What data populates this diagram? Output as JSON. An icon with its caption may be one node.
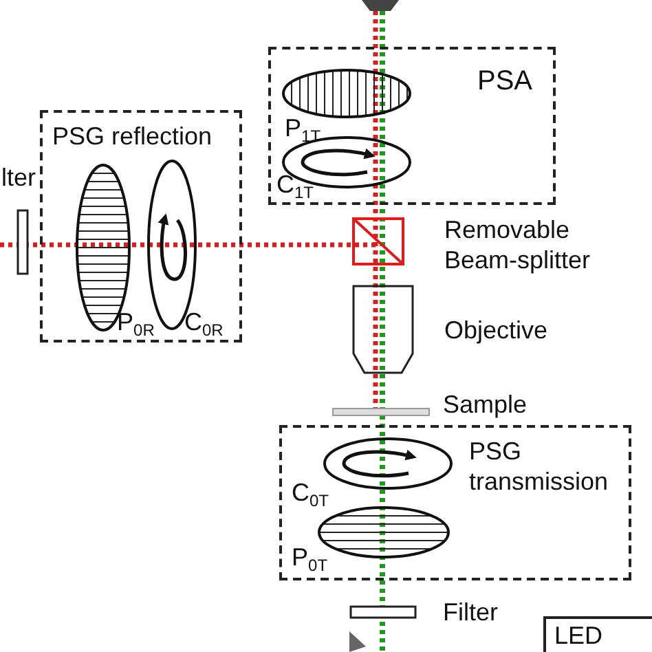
{
  "diagram": {
    "nodes": [
      {
        "text": [
          "PSG reflection"
        ]
      },
      {
        "text": [
          "P$_{0R}$"
        ],
        "in": 0
      },
      {
        "text": [
          "C$_{0R}$"
        ],
        "in": 0
      },
      {
        "text": [
          "PSA"
        ]
      },
      {
        "text": [
          "P$_{1T}$"
        ],
        "in": 3
      },
      {
        "text": [
          "C$_{1T}$"
        ],
        "in": 3
      },
      {
        "text": [
          "PSG transmission"
        ]
      },
      {
        "text": [
          "C$_{0T}$"
        ],
        "in": 6
      },
      {
        "text": [
          "P$_{0T}$"
        ],
        "in": 6
      },
      {
        "text": [
          "Removable Beam-splitter"
        ]
      },
      {
        "text": [
          "Objective"
        ]
      },
      {
        "text": [
          "Sample"
        ]
      },
      {
        "text": [
          "Filter"
        ]
      },
      {
        "text": [
          "LED"
        ]
      },
      {
        "text": [
          "lter"
        ]
      }
    ],
    "edges": []
  }
}
